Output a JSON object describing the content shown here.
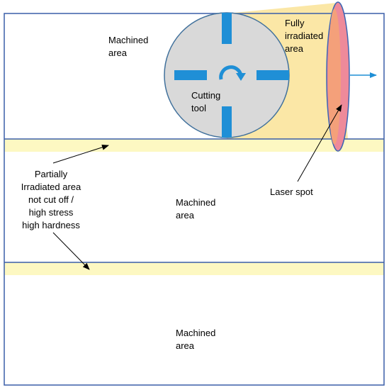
{
  "labels": {
    "machined_top": [
      "Machined",
      "area"
    ],
    "fully_irradiated": [
      "Fully",
      "irradiated",
      "area"
    ],
    "cutting_tool": [
      "Cutting",
      "tool"
    ],
    "partially_irradiated": [
      "Partially",
      "Irradiated area",
      "not cut off /",
      "high stress",
      "high hardness"
    ],
    "machined_middle": [
      "Machined",
      "area"
    ],
    "laser_spot": "Laser spot",
    "machined_bottom": [
      "Machined",
      "area"
    ]
  },
  "colors": {
    "outline": "#3a5ea8",
    "irradiated_fill": "#fbe7a6",
    "partial_band": "#fdf8c2",
    "tool_fill": "#d9d9d9",
    "tool_edge": "#41719c",
    "tool_insert": "#1f8fd6",
    "laser_outer": "#ee8a9a",
    "laser_inner": "#f4a07a",
    "laser_edge": "#3c66b4",
    "arrow": "#1f8fd6",
    "pointer": "#000000"
  },
  "icons": {
    "rotation": "clockwise-arrow-icon",
    "feed_direction": "right-arrow-icon"
  }
}
